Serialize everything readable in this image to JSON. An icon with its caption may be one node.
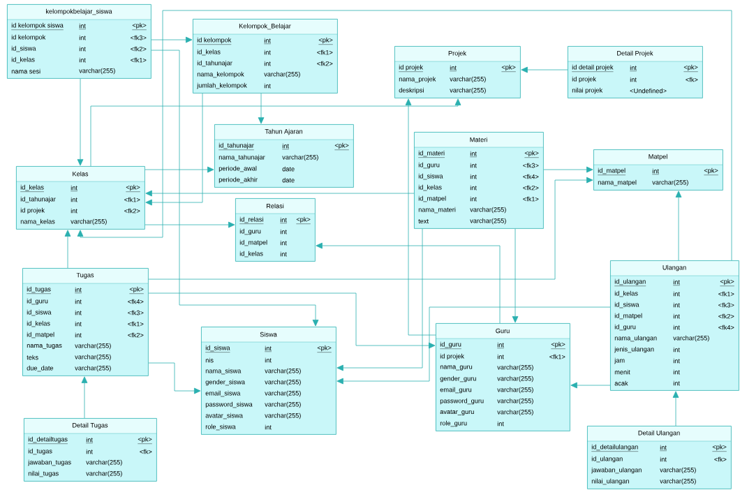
{
  "diagram": {
    "nodes": [
      {
        "text": [
          "kelompokbelajar_siswa",
          "id kelompok siswa",
          "int",
          "<pk>",
          "id kelompok",
          "int",
          "<fk3>",
          "id_siswa",
          "int",
          "<fk2>",
          "id_kelas",
          "int",
          "<fk1>",
          "nama sesi",
          "varchar(255)"
        ]
      },
      {
        "text": [
          "Kelompok_Belajar",
          "id kelompok",
          "int",
          "<pk>",
          "id_kelas",
          "int",
          "<fk1>",
          "id_tahunajar",
          "int",
          "<fk2>",
          "nama_kelompok",
          "varchar(255)",
          "jumlah_kelompok",
          "int"
        ]
      },
      {
        "text": [
          "Projek",
          "id projek",
          "int",
          "<pk>",
          "nama_projek",
          "varchar(255)",
          "deskripsi",
          "varchar(255)"
        ]
      },
      {
        "text": [
          "Detail Projek",
          "id detail projek",
          "int",
          "<pk>",
          "id projek",
          "int",
          "<fk>",
          "nilai projek",
          "<Undefined>"
        ]
      },
      {
        "text": [
          "Tahun Ajaran",
          "id_tahunajar",
          "int",
          "<pk>",
          "nama_tahunajar",
          "varchar(255)",
          "periode_awal",
          "date",
          "periode_akhir",
          "date"
        ]
      },
      {
        "text": [
          "Materi",
          "id_materi",
          "int",
          "<pk>",
          "id_guru",
          "int",
          "<fk3>",
          "id_siswa",
          "int",
          "<fk4>",
          "id_kelas",
          "int",
          "<fk2>",
          "id_matpel",
          "int",
          "<fk1>",
          "nama_materi",
          "varchar(255)",
          "text",
          "varchar(255)"
        ]
      },
      {
        "text": [
          "Matpel",
          "id_matpel",
          "int",
          "<pk>",
          "nama_matpel",
          "varchar(255)"
        ]
      },
      {
        "text": [
          "Kelas",
          "id_kelas",
          "int",
          "<pk>",
          "id_tahunajar",
          "int",
          "<fk1>",
          "id projek",
          "int",
          "<fk2>",
          "nama_kelas",
          "varchar(255)"
        ]
      },
      {
        "text": [
          "Relasi",
          "id_relasi",
          "int",
          "<pk>",
          "id_guru",
          "int",
          "id_matpel",
          "int",
          "id_kelas",
          "int"
        ]
      },
      {
        "text": [
          "Tugas",
          "id_tugas",
          "int",
          "<pk>",
          "id_guru",
          "int",
          "<fk4>",
          "id_siswa",
          "int",
          "<fk3>",
          "id_kelas",
          "int",
          "<fk1>",
          "id_matpel",
          "int",
          "<fk2>",
          "nama_tugas",
          "varchar(255)",
          "teks",
          "varchar(255)",
          "due_date",
          "varchar(255)"
        ]
      },
      {
        "text": [
          "Ulangan",
          "id_ulangan",
          "int",
          "<pk>",
          "id_kelas",
          "int",
          "<fk1>",
          "id_siswa",
          "int",
          "<fk3>",
          "id_matpel",
          "int",
          "<fk2>",
          "id_guru",
          "int",
          "<fk4>",
          "nama_ulangan",
          "varchar(255)",
          "jenis_ulangan",
          "int",
          "jam",
          "int",
          "menit",
          "int",
          "acak",
          "int"
        ]
      },
      {
        "text": [
          "Siswa",
          "id_siswa",
          "int",
          "<pk>",
          "nis",
          "int",
          "nama_siswa",
          "varchar(255)",
          "gender_siswa",
          "varchar(255)",
          "email_siswa",
          "varchar(255)",
          "password_siswa",
          "varchar(255)",
          "avatar_siswa",
          "varchar(255)",
          "role_siswa",
          "int"
        ]
      },
      {
        "text": [
          "Guru",
          "id_guru",
          "int",
          "<pk>",
          "id projek",
          "int",
          "<fk1>",
          "nama_guru",
          "varchar(255)",
          "gender_guru",
          "varchar(255)",
          "email_guru",
          "varchar(255)",
          "password_guru",
          "varchar(255)",
          "avatar_guru",
          "varchar(255)",
          "role_guru",
          "int"
        ]
      },
      {
        "text": [
          "Detail Tugas",
          "id_detailtugas",
          "int",
          "<pk>",
          "id_tugas",
          "int",
          "<fk>",
          "jawaban_tugas",
          "varchar(255)",
          "nilai_tugas",
          "varchar(255)"
        ]
      },
      {
        "text": [
          "Detail Ulangan",
          "id_detailulangan",
          "int",
          "<pk>",
          "id_ulangan",
          "int",
          "<fk>",
          "jawaban_ulangan",
          "varchar(255)",
          "nilai_ulangan",
          "varchar(255)"
        ]
      }
    ],
    "edges": [
      {
        "from": 0,
        "to": 1,
        "arrow": "to"
      },
      {
        "from": 0,
        "to": 7,
        "arrow": "to"
      },
      {
        "from": 0,
        "to": 11,
        "arrow": "to"
      },
      {
        "from": 1,
        "to": 7,
        "arrow": "to"
      },
      {
        "from": 1,
        "to": 4,
        "arrow": "to"
      },
      {
        "from": 3,
        "to": 2,
        "arrow": "to"
      },
      {
        "from": 5,
        "to": 6,
        "arrow": "to"
      },
      {
        "from": 5,
        "to": 7,
        "arrow": "to"
      },
      {
        "from": 5,
        "to": 11,
        "arrow": "to"
      },
      {
        "from": 5,
        "to": 12,
        "arrow": "to"
      },
      {
        "from": 7,
        "to": 2,
        "arrow": "to"
      },
      {
        "from": 7,
        "to": 4,
        "arrow": "to"
      },
      {
        "from": 7,
        "to": 8,
        "arrow": "to"
      },
      {
        "from": 9,
        "to": 6,
        "arrow": "to"
      },
      {
        "from": 9,
        "to": 7,
        "arrow": "to"
      },
      {
        "from": 9,
        "to": 11,
        "arrow": "to"
      },
      {
        "from": 9,
        "to": 12,
        "arrow": "to"
      },
      {
        "from": 10,
        "to": 6,
        "arrow": "to"
      },
      {
        "from": 10,
        "to": 7,
        "arrow": "to"
      },
      {
        "from": 10,
        "to": 11,
        "arrow": "to"
      },
      {
        "from": 10,
        "to": 12,
        "arrow": "to"
      },
      {
        "from": 12,
        "to": 2,
        "arrow": "to"
      },
      {
        "from": 12,
        "to": 8,
        "arrow": "to"
      },
      {
        "from": 13,
        "to": 9,
        "arrow": "to"
      },
      {
        "from": 14,
        "to": 10,
        "arrow": "to"
      }
    ]
  }
}
